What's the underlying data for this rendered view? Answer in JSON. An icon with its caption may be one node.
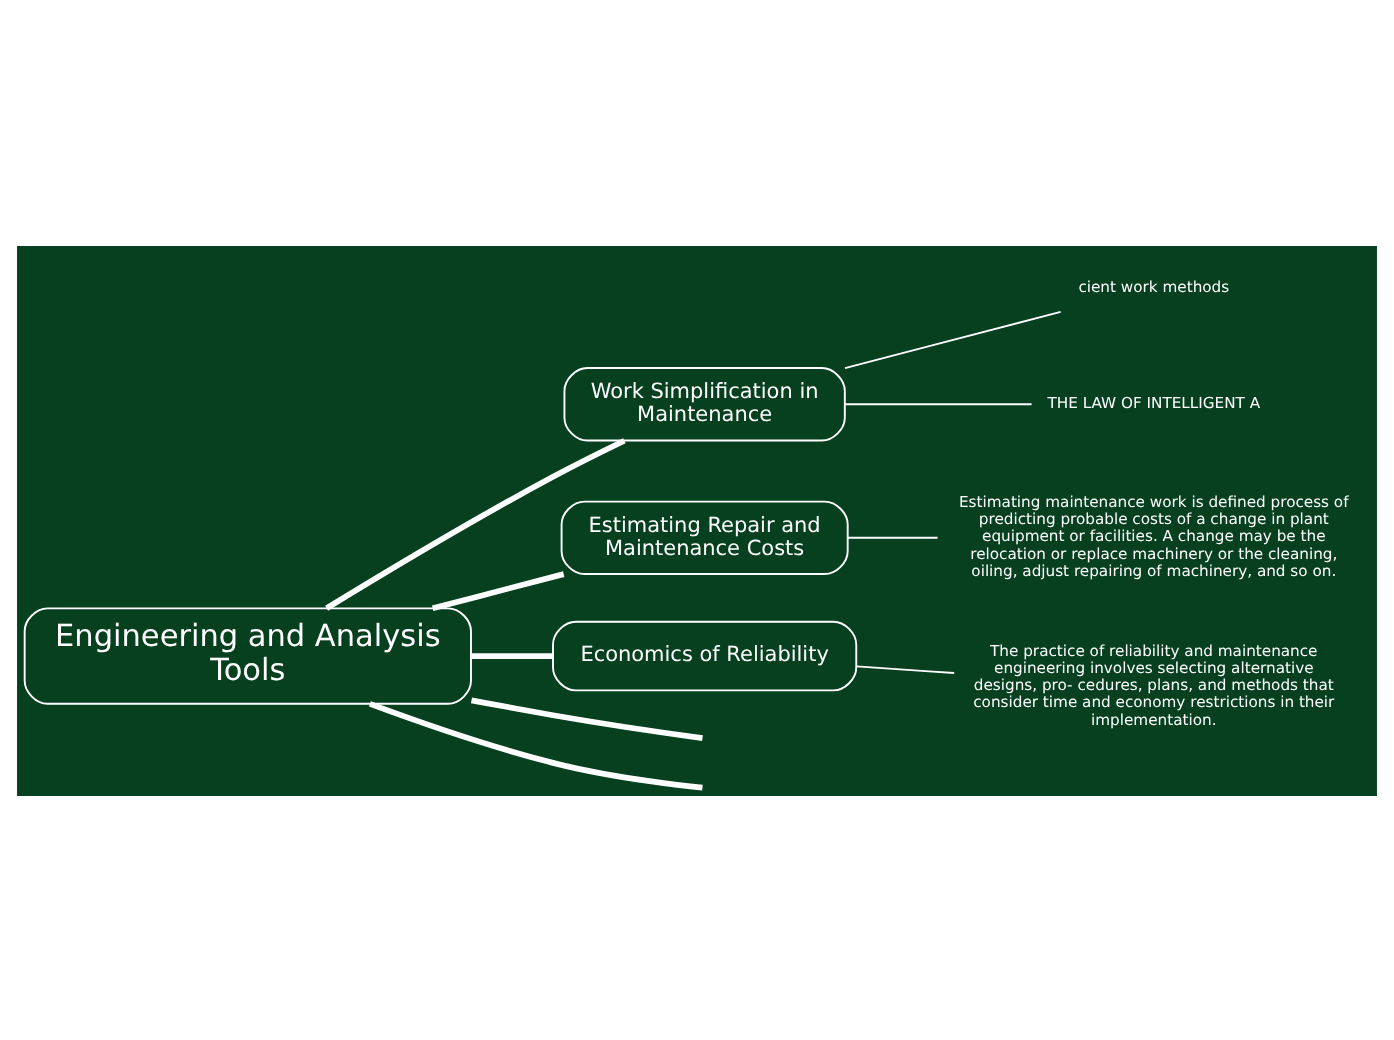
{
  "diagram": {
    "nodes": [
      {
        "text": [
          "cient work methods"
        ]
      },
      {
        "text": [
          "Work Simplification in Maintenance"
        ]
      },
      {
        "text": [
          "THE LAW OF INTELLIGENT A"
        ]
      },
      {
        "text": [
          "Engineering and Analysis Tools"
        ]
      },
      {
        "text": [
          "Estimating maintenance work is defined process of predicting probable costs of a change in plant equipment or facilities. A change may be the relocation or replace machinery or the cleaning, oiling, adjust repairing of machinery, and so on."
        ]
      },
      {
        "text": [
          "Estimating Repair and Maintenance Costs"
        ]
      },
      {
        "text": [
          "The practice of reliability and maintenance engineering involves selecting alternative designs, pro- cedures, plans, and methods that consider time and economy restrictions in their implementation."
        ]
      },
      {
        "text": [
          "Economics of Reliability"
        ]
      }
    ],
    "edges": [
      {
        "from": 3,
        "to": null,
        "arrow": "none"
      },
      {
        "from": 3,
        "to": null,
        "arrow": "none"
      },
      {
        "from": 3,
        "to": 1,
        "arrow": "none"
      },
      {
        "from": 3,
        "to": 5,
        "arrow": "none"
      },
      {
        "from": 3,
        "to": 7,
        "arrow": "none"
      },
      {
        "from": 1,
        "to": 0,
        "arrow": "none"
      },
      {
        "from": 1,
        "to": 2,
        "arrow": "none"
      },
      {
        "from": 5,
        "to": 4,
        "arrow": "none"
      },
      {
        "from": 7,
        "to": 6,
        "arrow": "none"
      }
    ]
  }
}
